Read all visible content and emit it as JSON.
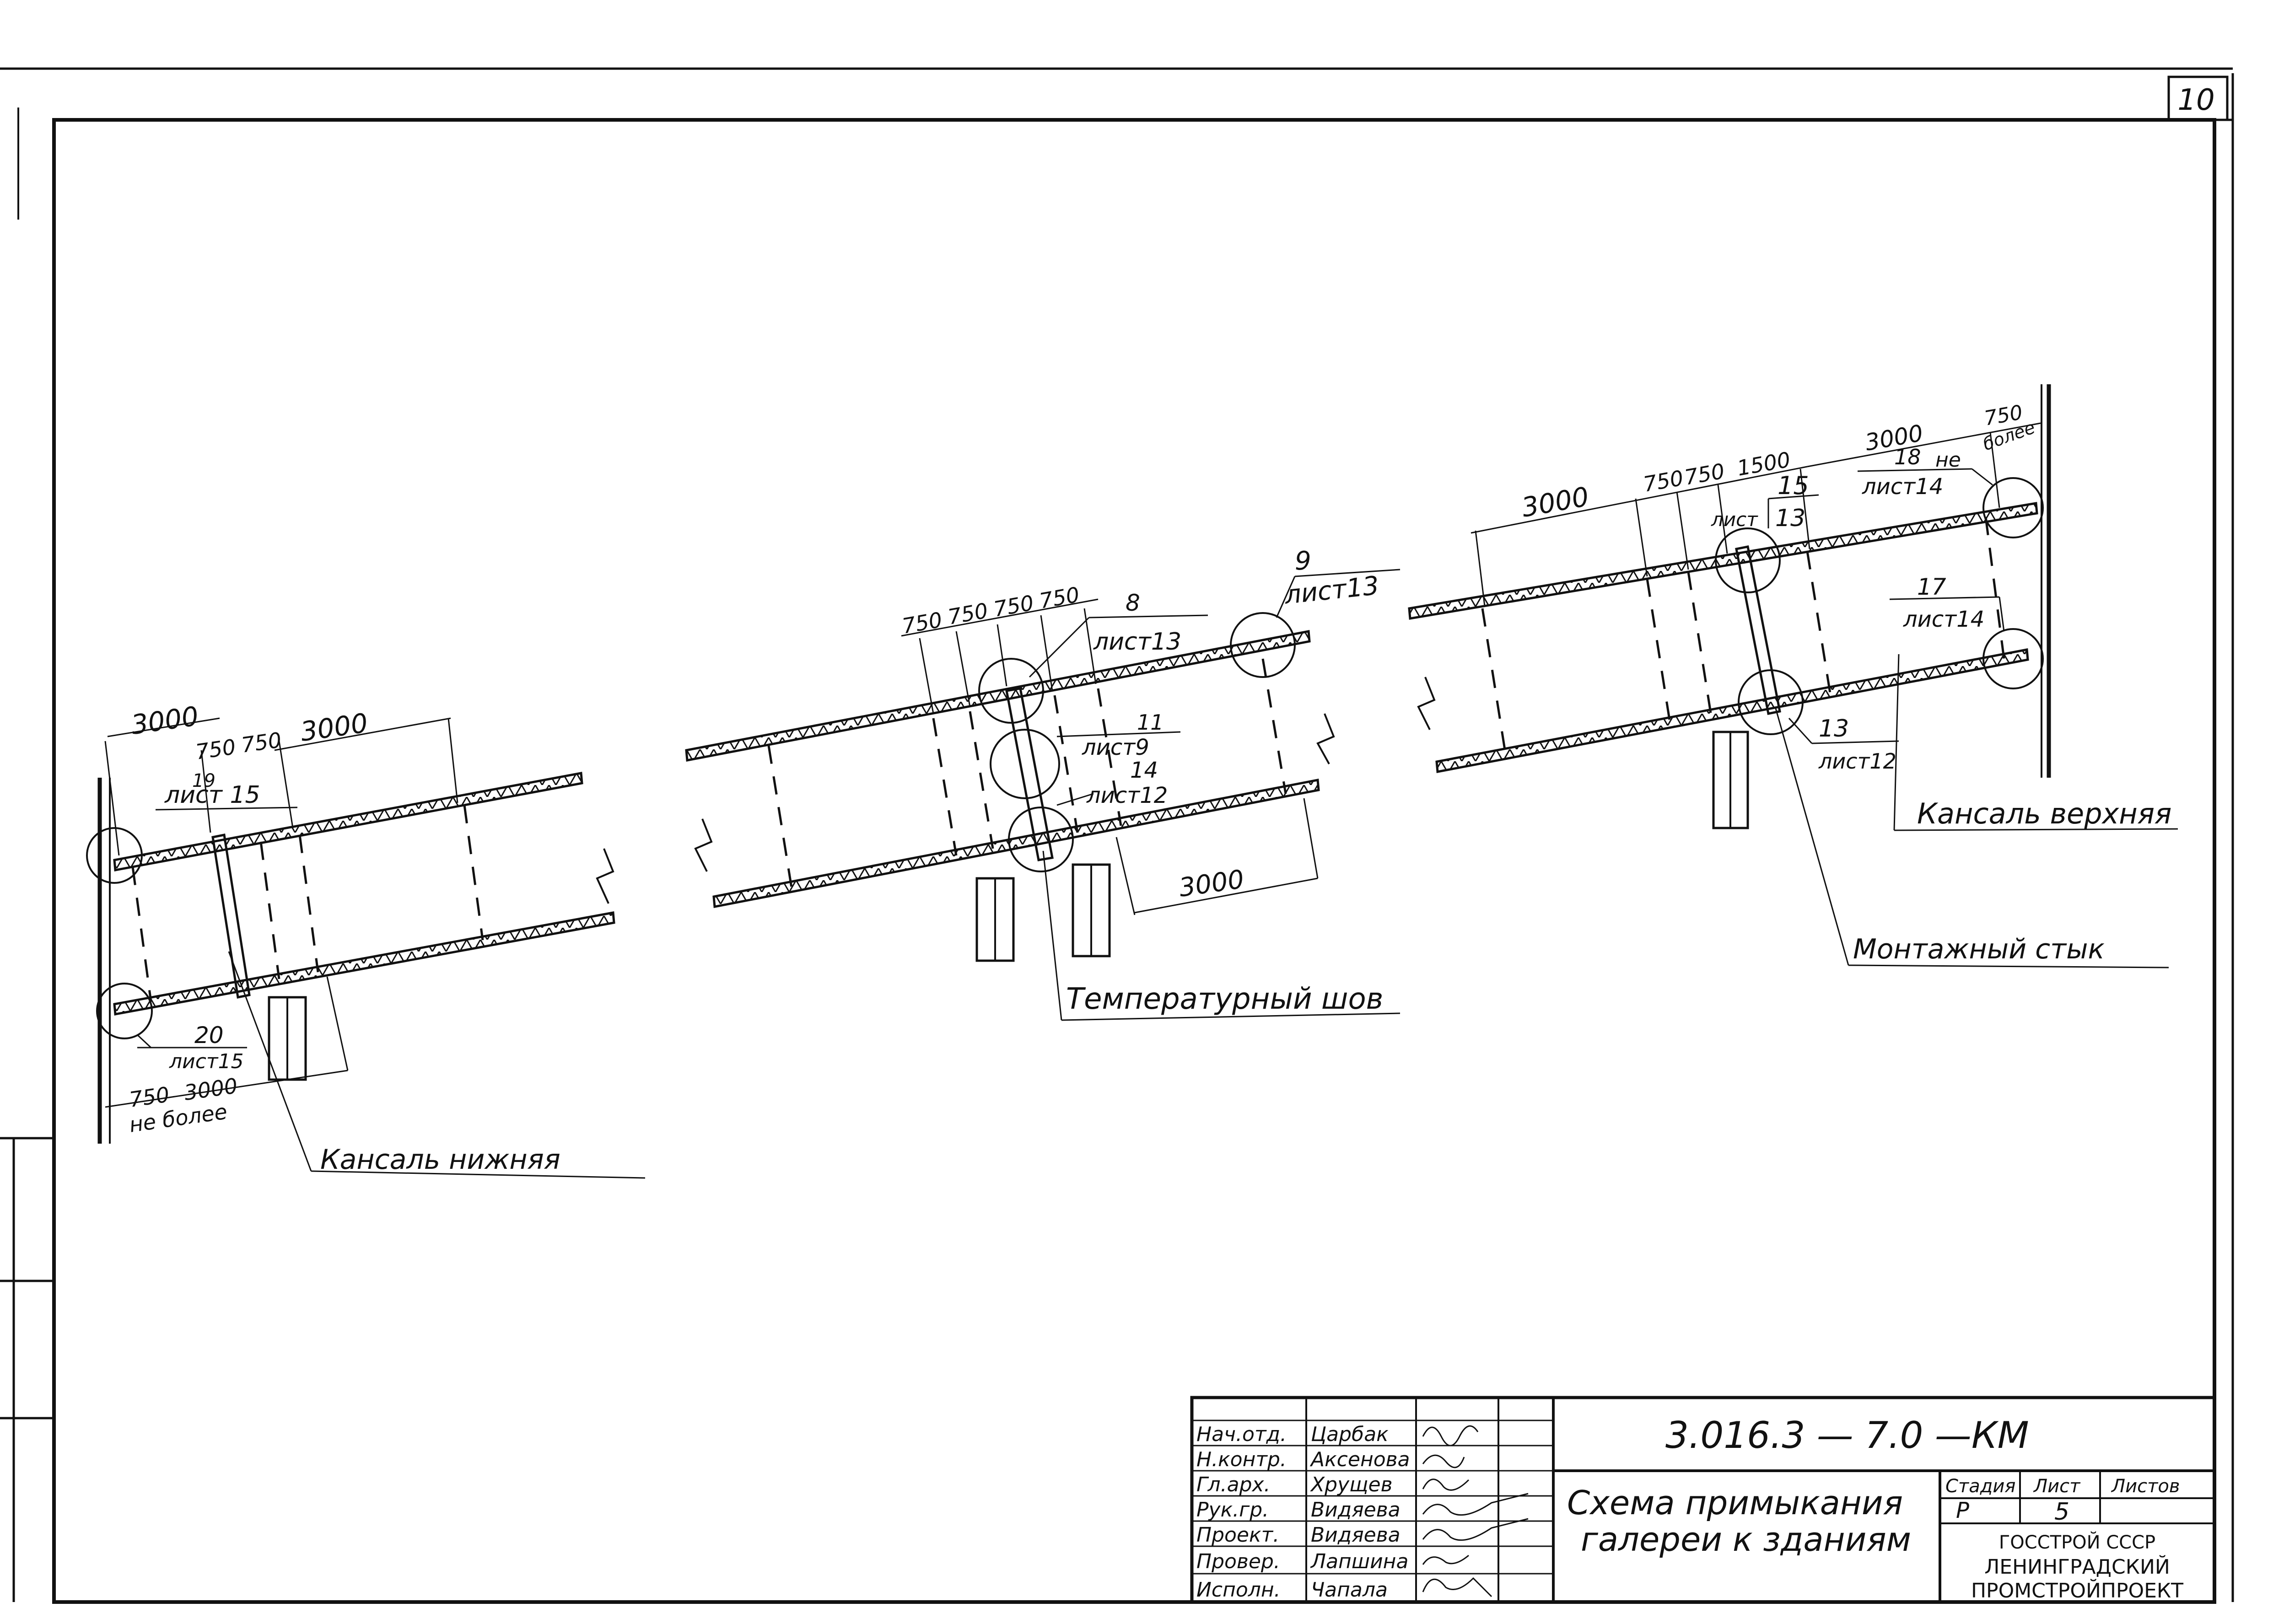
{
  "page_number": "10",
  "lower_bracket": {
    "dims": {
      "d3000_left": "3000",
      "d750_a": "750",
      "d750_b": "750",
      "d3000_right": "3000",
      "d750_bottom": "750",
      "d3000_bottom": "3000",
      "not_more": "не более"
    },
    "callout_19": {
      "num": "19",
      "sheet": "лист 15"
    },
    "callout_20": {
      "num": "20",
      "sheet": "лист15"
    },
    "label": "Кансаль нижняя"
  },
  "middle_section": {
    "dims": {
      "d750_1": "750",
      "d750_2": "750",
      "d750_3": "750",
      "d750_4": "750",
      "d3000": "3000"
    },
    "callout_8": {
      "num": "8",
      "sheet": "лист13"
    },
    "callout_9": {
      "num": "9",
      "sheet": "лист13"
    },
    "callout_11": {
      "num": "11",
      "sheet": "лист9"
    },
    "callout_14": {
      "num": "14",
      "sheet": "лист12"
    },
    "label": "Температурный шов"
  },
  "upper_bracket": {
    "dims": {
      "d3000_left": "3000",
      "d750_a": "750",
      "d750_b": "750",
      "d1500": "1500",
      "d3000_right": "3000",
      "d750_top": "750",
      "not_more_1": "не",
      "not_more_2": "более"
    },
    "callout_15": {
      "num": "15",
      "sheet_word": "лист",
      "sheet_num": "13"
    },
    "callout_18": {
      "num": "18",
      "sheet": "лист14"
    },
    "callout_17": {
      "num": "17",
      "sheet": "лист14"
    },
    "callout_13": {
      "num": "13",
      "sheet": "лист12"
    },
    "label_bracket": "Кансаль верхняя",
    "label_joint": "Монтажный стык"
  },
  "title_block": {
    "code": "3.016.3 — 7.0 —КМ",
    "title_line1": "Схема примыкания",
    "title_line2": "галереи к зданиям",
    "stage_header": "Стадия",
    "sheet_header": "Лист",
    "sheets_header": "Листов",
    "stage_value": "Р",
    "sheet_value": "5",
    "org_line1": "ГОССТРОЙ СССР",
    "org_line2": "ЛЕНИНГРАДСКИЙ",
    "org_line3": "ПРОМСТРОЙПРОЕКТ",
    "roles": [
      {
        "role": "Нач.отд.",
        "name": "Царбак"
      },
      {
        "role": "Н.контр.",
        "name": "Аксенова"
      },
      {
        "role": "Гл.арх.",
        "name": "Хрущев"
      },
      {
        "role": "Рук.гр.",
        "name": "Видяева"
      },
      {
        "role": "Проект.",
        "name": "Видяева"
      },
      {
        "role": "Провер.",
        "name": "Лапшина"
      },
      {
        "role": "Исполн.",
        "name": "Чапала"
      }
    ]
  }
}
